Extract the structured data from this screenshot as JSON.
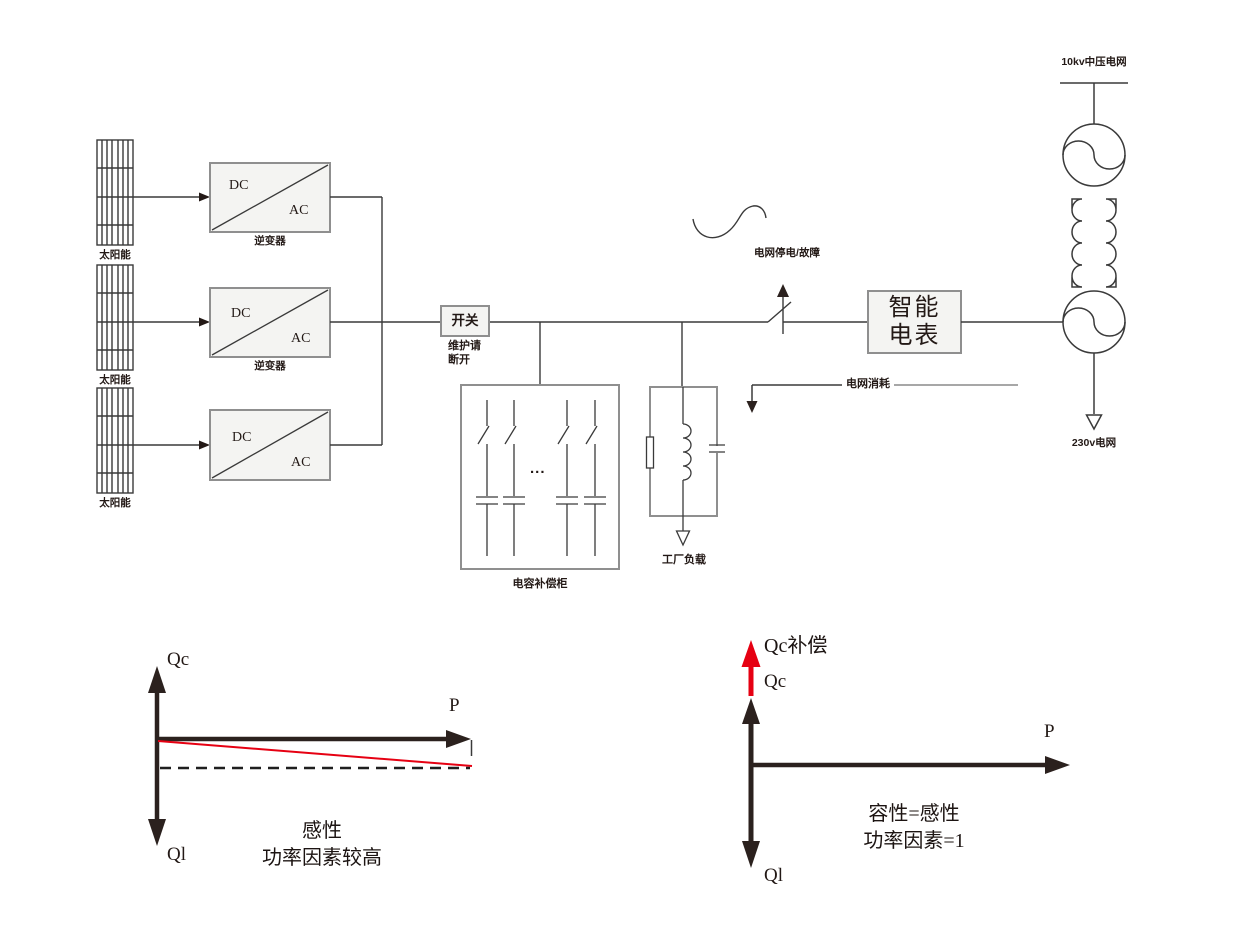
{
  "colors": {
    "wire": "#3a3a3a",
    "box_border": "#8f8f8f",
    "box_fill": "#f4f4f2",
    "dark_arrow": "#2b211e",
    "accent_red": "#e60012",
    "text": "#231916"
  },
  "circuit": {
    "solar_panels": [
      {
        "label": "太阳能"
      },
      {
        "label": "太阳能"
      },
      {
        "label": "太阳能"
      }
    ],
    "inverters": [
      {
        "dc": "DC",
        "ac": "AC",
        "label": "逆变器"
      },
      {
        "dc": "DC",
        "ac": "AC",
        "label": "逆变器"
      },
      {
        "dc": "DC",
        "ac": "AC"
      }
    ],
    "switch": {
      "label": "开关",
      "note_line1": "维护请",
      "note_line2": "断开"
    },
    "capacitor_cabinet": {
      "label": "电容补偿柜",
      "dots": "..."
    },
    "factory_load": {
      "label": "工厂负载"
    },
    "grid_fault_label": "电网停电/故障",
    "grid_consume_label": "电网消耗",
    "smart_meter": {
      "line1": "智能",
      "line2": "电表"
    },
    "hv_grid_label": "10kv中压电网",
    "lv_grid_label": "230v电网"
  },
  "left_plot": {
    "y_pos": "Qc",
    "y_neg": "Ql",
    "x_axis": "P",
    "caption_line1": "感性",
    "caption_line2": "功率因素较高"
  },
  "right_plot": {
    "compensation": "Qc补偿",
    "y_pos": "Qc",
    "y_neg": "Ql",
    "x_axis": "P",
    "caption_line1": "容性=感性",
    "caption_line2": "功率因素=1"
  }
}
